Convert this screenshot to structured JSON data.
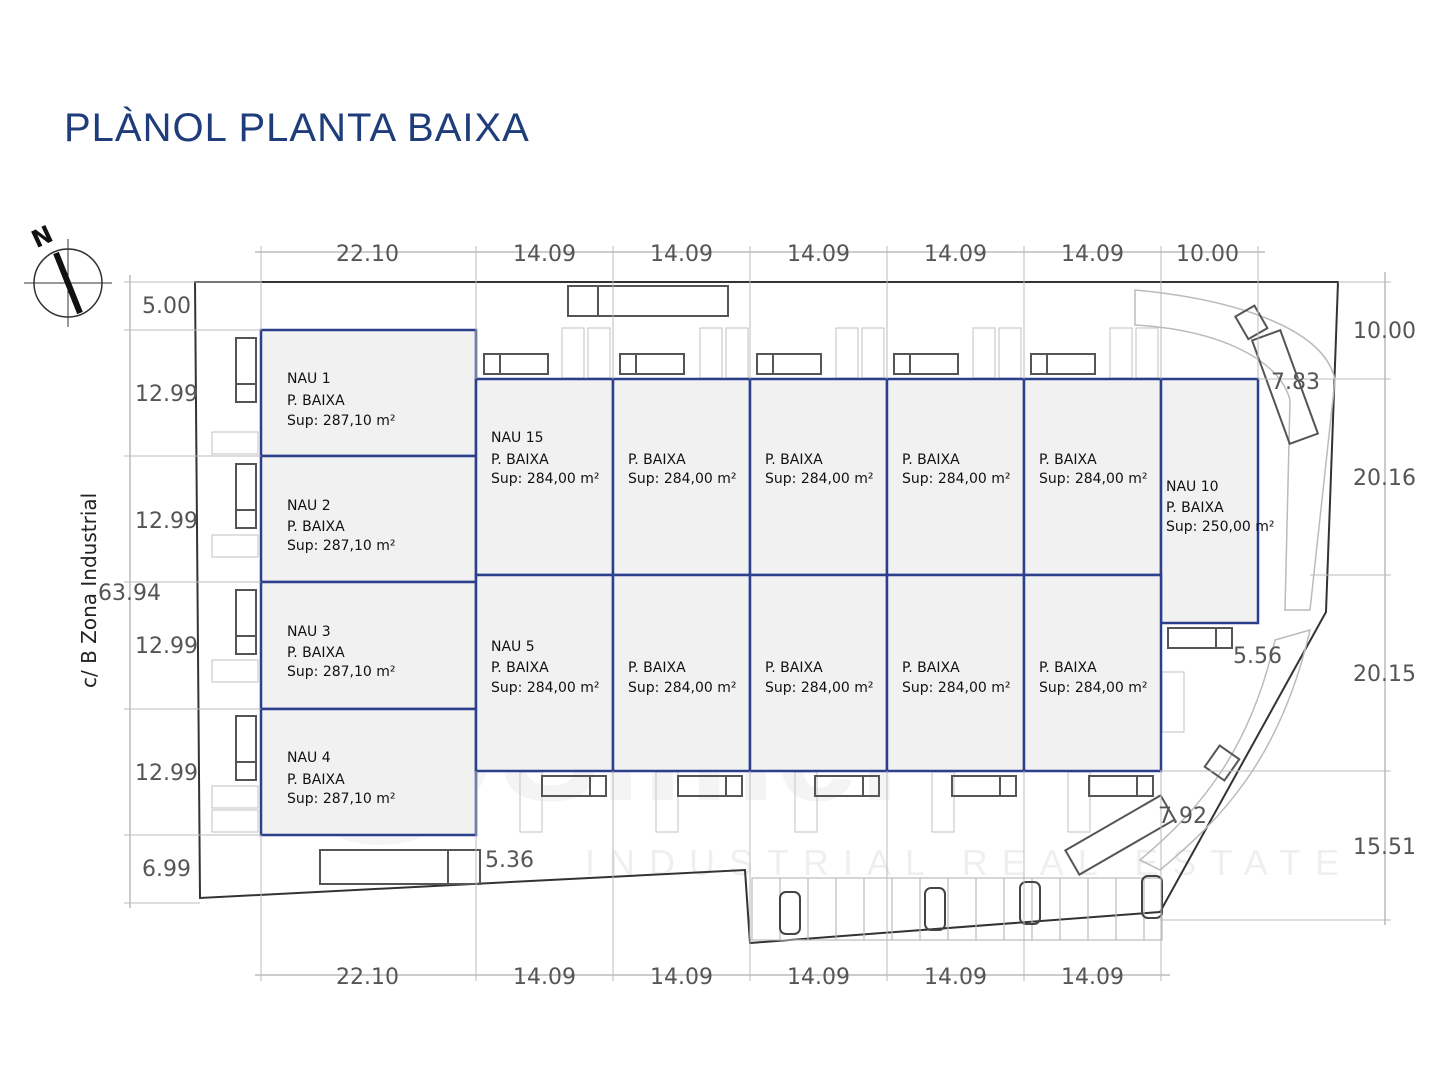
{
  "title": "PLÀNOL PLANTA BAIXA",
  "compass_letter": "N",
  "street_label": "c/ B Zona Industrial",
  "logo_text": "Simer",
  "logo_subtext": "INDUSTRIAL REAL ESTATE",
  "dimensions": {
    "top": [
      "22.10",
      "14.09",
      "14.09",
      "14.09",
      "14.09",
      "14.09",
      "10.00"
    ],
    "bottom": [
      "22.10",
      "14.09",
      "14.09",
      "14.09",
      "14.09",
      "14.09"
    ],
    "left": [
      "5.00",
      "12.99",
      "12.99",
      "12.99",
      "12.99",
      "6.99"
    ],
    "left_total": "63.94",
    "right": [
      "10.00",
      "20.16",
      "20.15",
      "15.51"
    ],
    "inner": [
      "7.83",
      "5.56",
      "7.92",
      "5.36"
    ]
  },
  "units": [
    {
      "name": "NAU 1",
      "floor": "P. BAIXA",
      "area": "Sup: 287,10 m²"
    },
    {
      "name": "NAU 2",
      "floor": "P. BAIXA",
      "area": "Sup: 287,10 m²"
    },
    {
      "name": "NAU 3",
      "floor": "P. BAIXA",
      "area": "Sup: 287,10 m²"
    },
    {
      "name": "NAU 4",
      "floor": "P. BAIXA",
      "area": "Sup: 287,10 m²"
    },
    {
      "name": "NAU 15",
      "floor": "P. BAIXA",
      "area": "Sup: 284,00 m²"
    },
    {
      "name": "",
      "floor": "P. BAIXA",
      "area": "Sup: 284,00 m²"
    },
    {
      "name": "",
      "floor": "P. BAIXA",
      "area": "Sup: 284,00 m²"
    },
    {
      "name": "",
      "floor": "P. BAIXA",
      "area": "Sup: 284,00 m²"
    },
    {
      "name": "",
      "floor": "P. BAIXA",
      "area": "Sup: 284,00 m²"
    },
    {
      "name": "NAU 10",
      "floor": "P. BAIXA",
      "area": "Sup: 250,00 m²"
    },
    {
      "name": "NAU 5",
      "floor": "P. BAIXA",
      "area": "Sup: 284,00 m²"
    },
    {
      "name": "",
      "floor": "P. BAIXA",
      "area": "Sup: 284,00 m²"
    },
    {
      "name": "",
      "floor": "P. BAIXA",
      "area": "Sup: 284,00 m²"
    },
    {
      "name": "",
      "floor": "P. BAIXA",
      "area": "Sup: 284,00 m²"
    },
    {
      "name": "",
      "floor": "P. BAIXA",
      "area": "Sup: 284,00 m²"
    }
  ]
}
